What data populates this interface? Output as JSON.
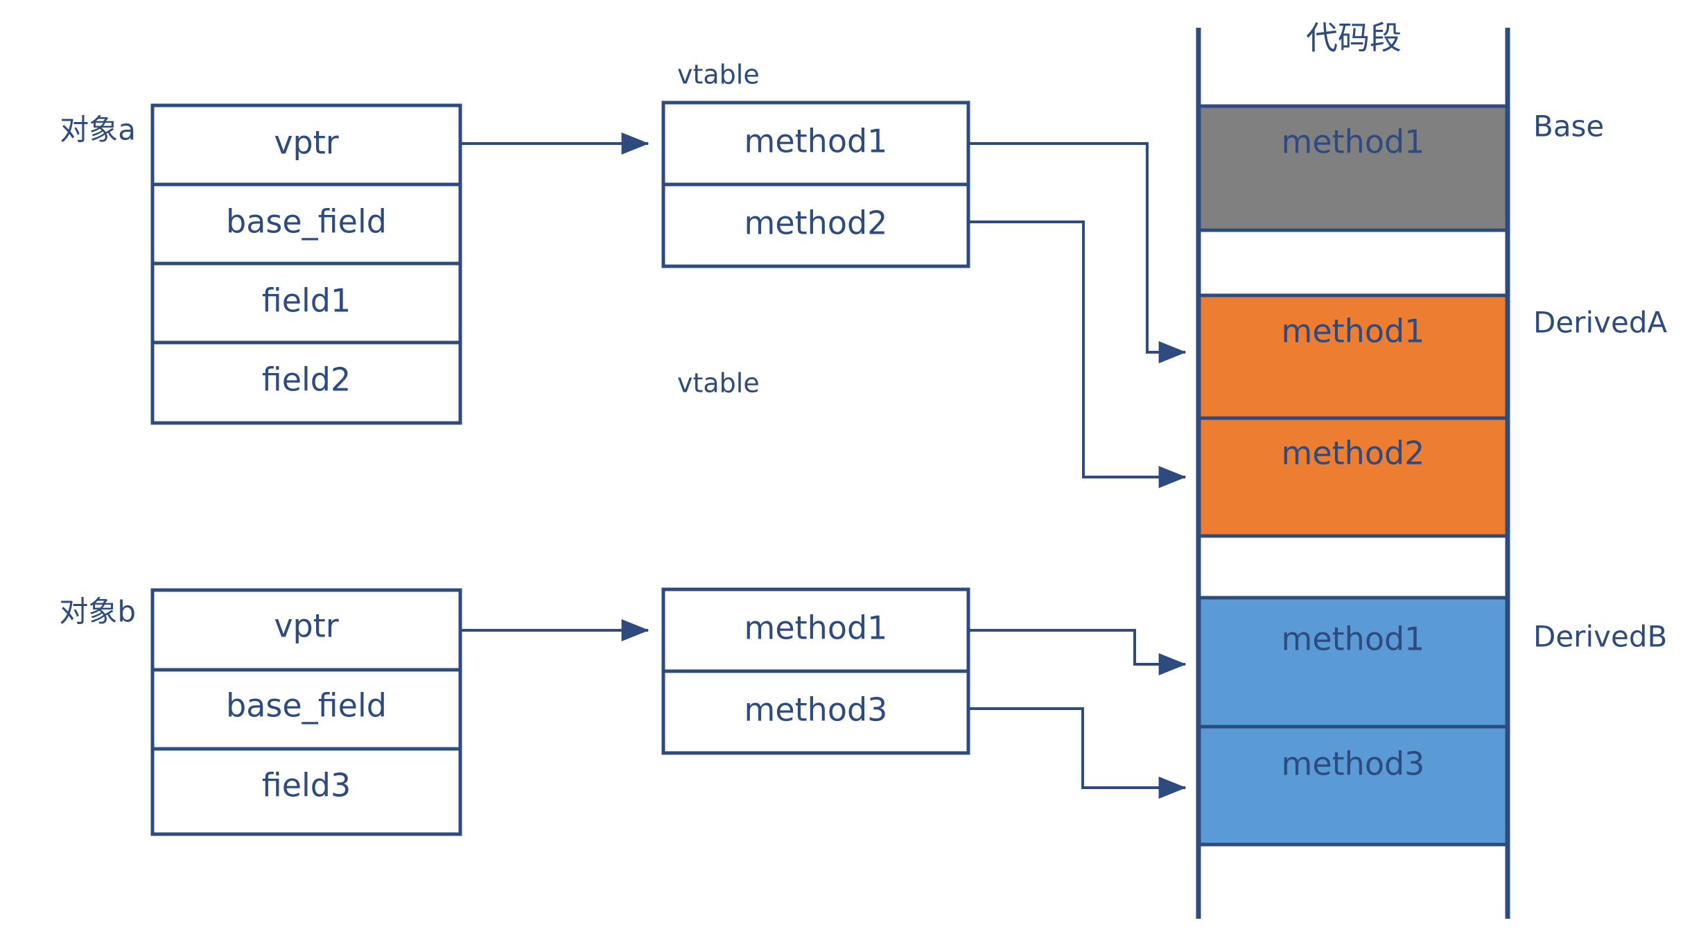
{
  "diagram": {
    "title": "",
    "colors": {
      "stroke": "#2E4B80",
      "text": "#2E4B80",
      "base_fill": "#808080",
      "derived_a_fill": "#ED7D31",
      "derived_b_fill": "#5B9BD5",
      "background": "#FFFFFF"
    },
    "objects": [
      {
        "label": "对象a",
        "rows": [
          "vptr",
          "base_field",
          "field1",
          "field2"
        ]
      },
      {
        "label": "对象b",
        "rows": [
          "vptr",
          "base_field",
          "field3"
        ]
      }
    ],
    "vtables": [
      {
        "caption": "vtable",
        "entries": [
          "method1",
          "method2"
        ]
      },
      {
        "caption": "vtable",
        "entries": [
          "method1",
          "method3"
        ]
      }
    ],
    "code_segment": {
      "title": "代码段",
      "groups": [
        {
          "name": "Base",
          "color": "#808080",
          "blocks": [
            "method1"
          ]
        },
        {
          "name": "DerivedA",
          "color": "#ED7D31",
          "blocks": [
            "method1",
            "method2"
          ]
        },
        {
          "name": "DerivedB",
          "color": "#5B9BD5",
          "blocks": [
            "method1",
            "method3"
          ]
        }
      ]
    }
  }
}
